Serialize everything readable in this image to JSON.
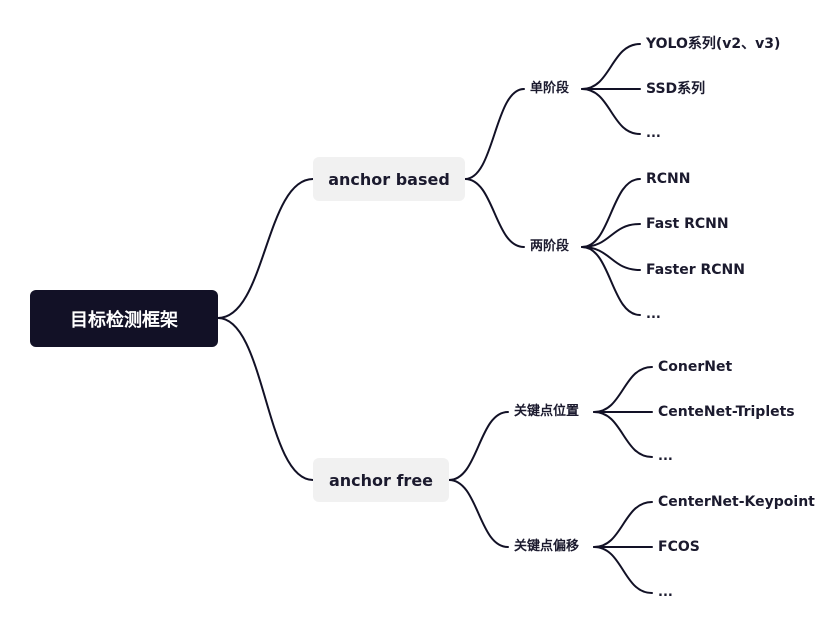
{
  "root": {
    "label": "目标检测框架"
  },
  "branches": [
    {
      "label": "anchor based",
      "children": [
        {
          "label": "单阶段",
          "children": [
            "YOLO系列(v2、v3)",
            "SSD系列",
            "..."
          ]
        },
        {
          "label": "两阶段",
          "children": [
            "RCNN",
            "Fast RCNN",
            "Faster RCNN",
            "..."
          ]
        }
      ]
    },
    {
      "label": "anchor free",
      "children": [
        {
          "label": "关键点位置",
          "children": [
            "ConerNet",
            "CenteNet-Triplets",
            "..."
          ]
        },
        {
          "label": "关键点偏移",
          "children": [
            "CenterNet-Keypoint",
            "FCOS",
            "..."
          ]
        }
      ]
    }
  ],
  "colors": {
    "line": "#121126",
    "root_bg": "#121126",
    "branch_bg": "#f1f1f1"
  }
}
